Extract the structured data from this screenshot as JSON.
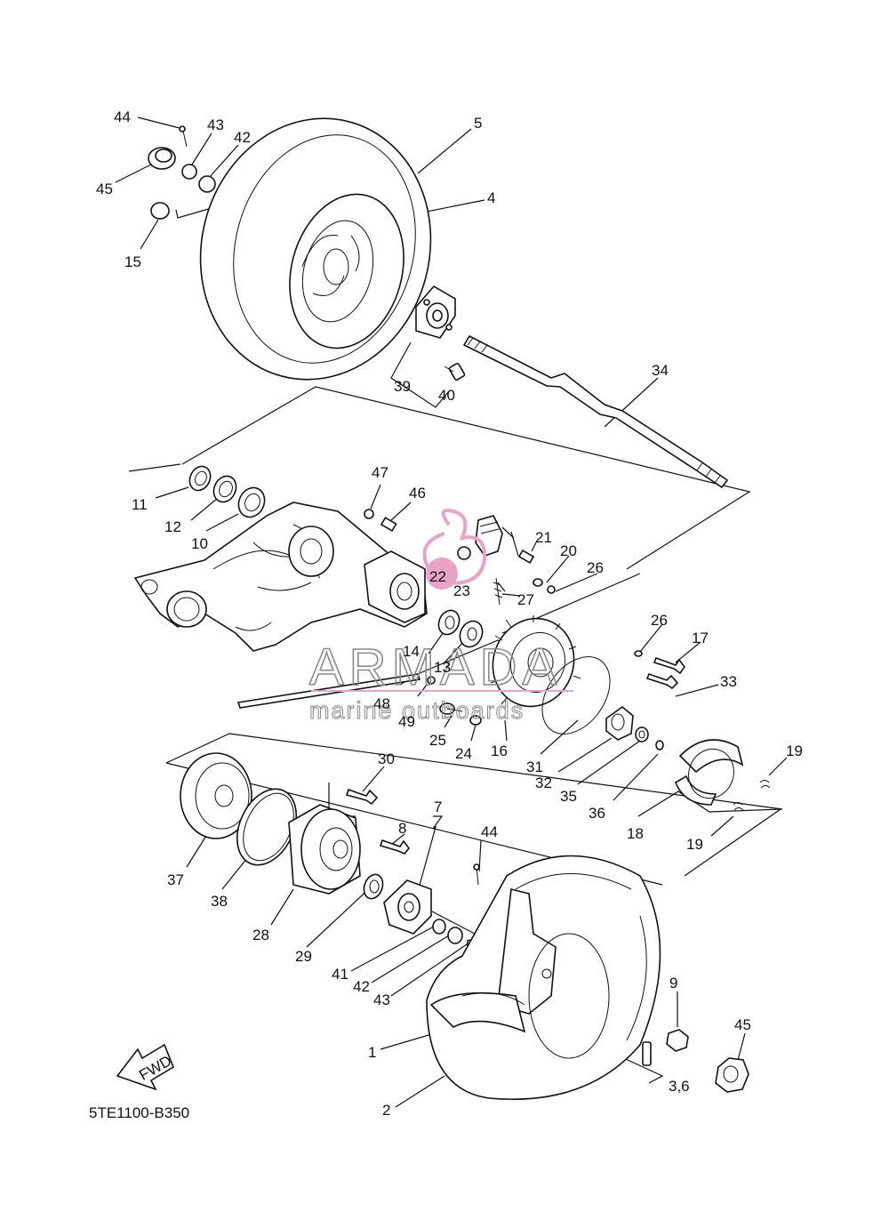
{
  "diagram_code": "5TE1100-B350",
  "fwd_arrow_label": "FWD",
  "watermark": {
    "brand": "ARMADA",
    "tagline": "marine outboards",
    "accent_color": "#e8a3c6"
  },
  "callouts": [
    {
      "id": "c44a",
      "text": "44"
    },
    {
      "id": "c43a",
      "text": "43"
    },
    {
      "id": "c42a",
      "text": "42"
    },
    {
      "id": "c5",
      "text": "5"
    },
    {
      "id": "c45a",
      "text": "45"
    },
    {
      "id": "c4",
      "text": "4"
    },
    {
      "id": "c15",
      "text": "15"
    },
    {
      "id": "c34",
      "text": "34"
    },
    {
      "id": "c40",
      "text": "40"
    },
    {
      "id": "c39",
      "text": "39"
    },
    {
      "id": "c47",
      "text": "47"
    },
    {
      "id": "c46",
      "text": "46"
    },
    {
      "id": "c11",
      "text": "11"
    },
    {
      "id": "c12",
      "text": "12"
    },
    {
      "id": "c10",
      "text": "10"
    },
    {
      "id": "c21",
      "text": "21"
    },
    {
      "id": "c20",
      "text": "20"
    },
    {
      "id": "c26a",
      "text": "26"
    },
    {
      "id": "c22",
      "text": "22"
    },
    {
      "id": "c23",
      "text": "23"
    },
    {
      "id": "c27",
      "text": "27"
    },
    {
      "id": "c26b",
      "text": "26"
    },
    {
      "id": "c17",
      "text": "17"
    },
    {
      "id": "c14",
      "text": "14"
    },
    {
      "id": "c13",
      "text": "13"
    },
    {
      "id": "c33",
      "text": "33"
    },
    {
      "id": "c48",
      "text": "48"
    },
    {
      "id": "c49",
      "text": "49"
    },
    {
      "id": "c25",
      "text": "25"
    },
    {
      "id": "c24",
      "text": "24"
    },
    {
      "id": "c16",
      "text": "16"
    },
    {
      "id": "c31",
      "text": "31"
    },
    {
      "id": "c32",
      "text": "32"
    },
    {
      "id": "c35",
      "text": "35"
    },
    {
      "id": "c36",
      "text": "36"
    },
    {
      "id": "c19a",
      "text": "19"
    },
    {
      "id": "c18",
      "text": "18"
    },
    {
      "id": "c19b",
      "text": "19"
    },
    {
      "id": "c30",
      "text": "30"
    },
    {
      "id": "c7",
      "text": "7"
    },
    {
      "id": "c8",
      "text": "8"
    },
    {
      "id": "c44b",
      "text": "44"
    },
    {
      "id": "c37",
      "text": "37"
    },
    {
      "id": "c38",
      "text": "38"
    },
    {
      "id": "c28",
      "text": "28"
    },
    {
      "id": "c29",
      "text": "29"
    },
    {
      "id": "c41",
      "text": "41"
    },
    {
      "id": "c42b",
      "text": "42"
    },
    {
      "id": "c43b",
      "text": "43"
    },
    {
      "id": "c9",
      "text": "9"
    },
    {
      "id": "c45b",
      "text": "45"
    },
    {
      "id": "c1",
      "text": "1"
    },
    {
      "id": "c36b",
      "text": "3,6"
    },
    {
      "id": "c2",
      "text": "2"
    }
  ]
}
